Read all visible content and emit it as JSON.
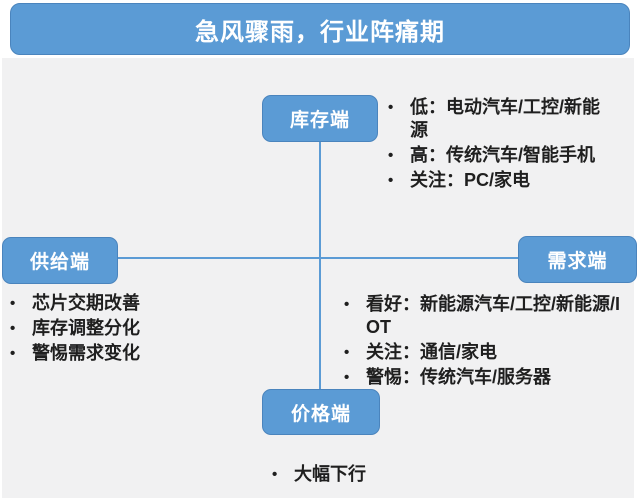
{
  "title": "急风骤雨，行业阵痛期",
  "colors": {
    "accent": "#5B9BD5",
    "accent_border": "#4A84BD",
    "panel_background": "#F1F1F2",
    "text": "#1F1F1F",
    "title_text": "#FFFFFF"
  },
  "bullet_glyph": "•",
  "nodes": {
    "inventory": {
      "label": "库存端"
    },
    "supply": {
      "label": "供给端"
    },
    "demand": {
      "label": "需求端"
    },
    "price": {
      "label": "价格端"
    }
  },
  "lists": {
    "inventory": {
      "items": [
        "低：电动汽车/工控/新能源",
        "高：传统汽车/智能手机",
        "关注：PC/家电"
      ]
    },
    "supply": {
      "items": [
        "芯片交期改善",
        "库存调整分化",
        "警惕需求变化"
      ]
    },
    "demand": {
      "items": [
        "看好：新能源汽车/工控/新能源/IOT",
        "关注：通信/家电",
        "警惕：传统汽车/服务器"
      ]
    },
    "price": {
      "items": [
        "大幅下行"
      ]
    }
  }
}
